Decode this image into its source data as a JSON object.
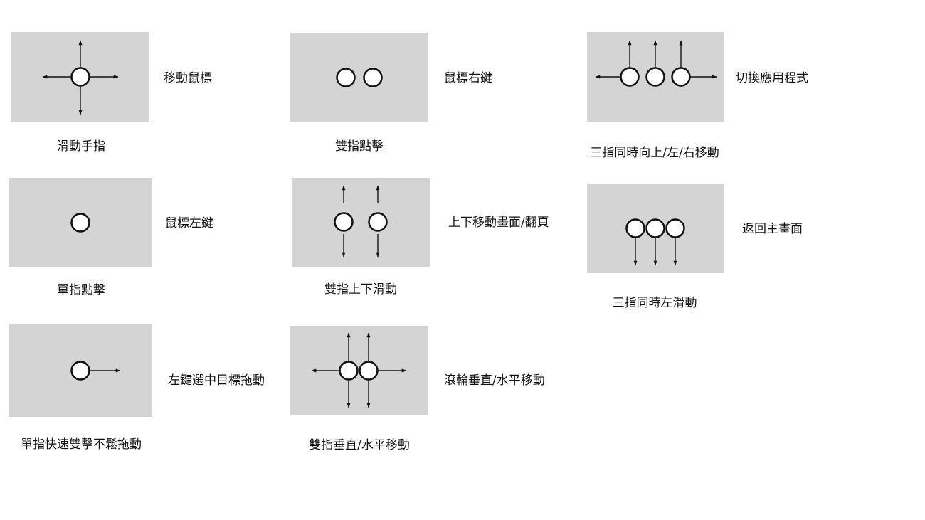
{
  "colors": {
    "panel": "#d4d4d4",
    "stroke": "#111111",
    "background": "#ffffff"
  },
  "gestures": [
    {
      "id": "swipe",
      "action": "移動鼠標",
      "caption": "滑動手指",
      "icon": "one-finger-four-arrows-icon"
    },
    {
      "id": "two-tap",
      "action": "鼠標右鍵",
      "caption": "雙指點擊",
      "icon": "two-fingers-icon"
    },
    {
      "id": "three-move",
      "action": "切換應用程式",
      "caption": "三指同時向上/左/右移動",
      "icon": "three-fingers-up-left-right-icon"
    },
    {
      "id": "one-tap",
      "action": "鼠標左鍵",
      "caption": "單指點擊",
      "icon": "one-finger-icon"
    },
    {
      "id": "two-scroll",
      "action": "上下移動畫面/翻頁",
      "caption": "雙指上下滑動",
      "icon": "two-fingers-up-down-icon"
    },
    {
      "id": "three-down",
      "action": "返回主畫面",
      "caption": "三指同時左滑動",
      "icon": "three-fingers-down-icon"
    },
    {
      "id": "drag",
      "action": "左鍵選中目標拖動",
      "caption": "單指快速雙擊不鬆拖動",
      "icon": "one-finger-drag-right-icon"
    },
    {
      "id": "two-wheel",
      "action": "滾輪垂直/水平移動",
      "caption": "雙指垂直/水平移動",
      "icon": "two-fingers-four-arrows-icon"
    }
  ]
}
